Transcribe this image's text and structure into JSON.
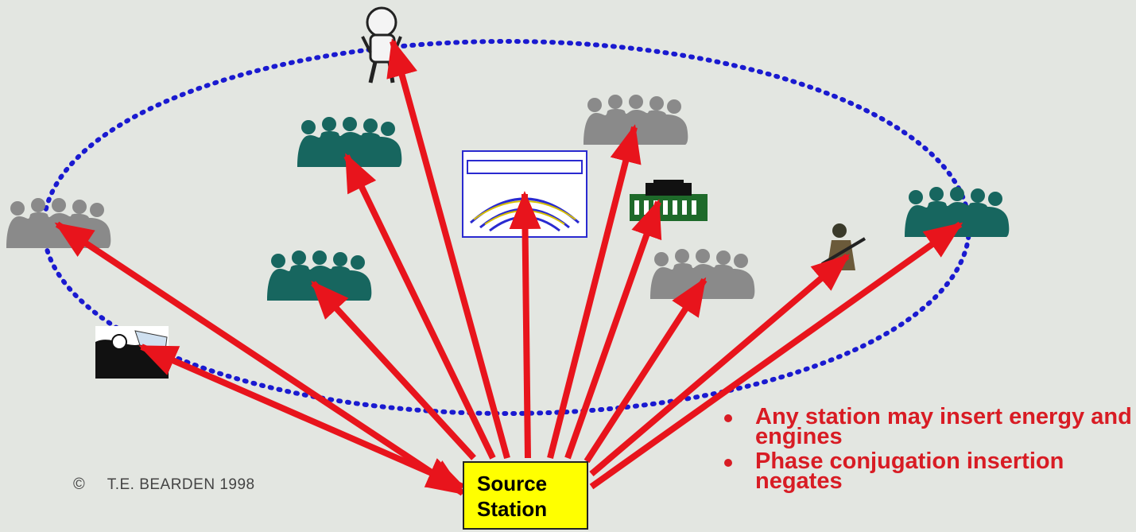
{
  "bullets": [
    "Any station may insert energy and engines",
    "Phase conjugation insertion negates"
  ],
  "source": {
    "line1": "Source",
    "line2": "Station"
  },
  "copyright": {
    "symbol": "©",
    "text": "T.E. BEARDEN 1998"
  },
  "colors": {
    "background": "#e3e6e1",
    "arrow": "#e8141c",
    "ellipse": "#1a1ad0",
    "box": "#ffff00",
    "bullet_text": "#d81c24",
    "teal_group": "#17665f",
    "gray_group": "#8a8a8a"
  },
  "icons": [
    "astronaut-icon",
    "teal-crowd-icon",
    "gray-crowd-icon",
    "parliament-chamber-icon",
    "government-building-icon",
    "soldier-icon",
    "vehicle-icon"
  ]
}
